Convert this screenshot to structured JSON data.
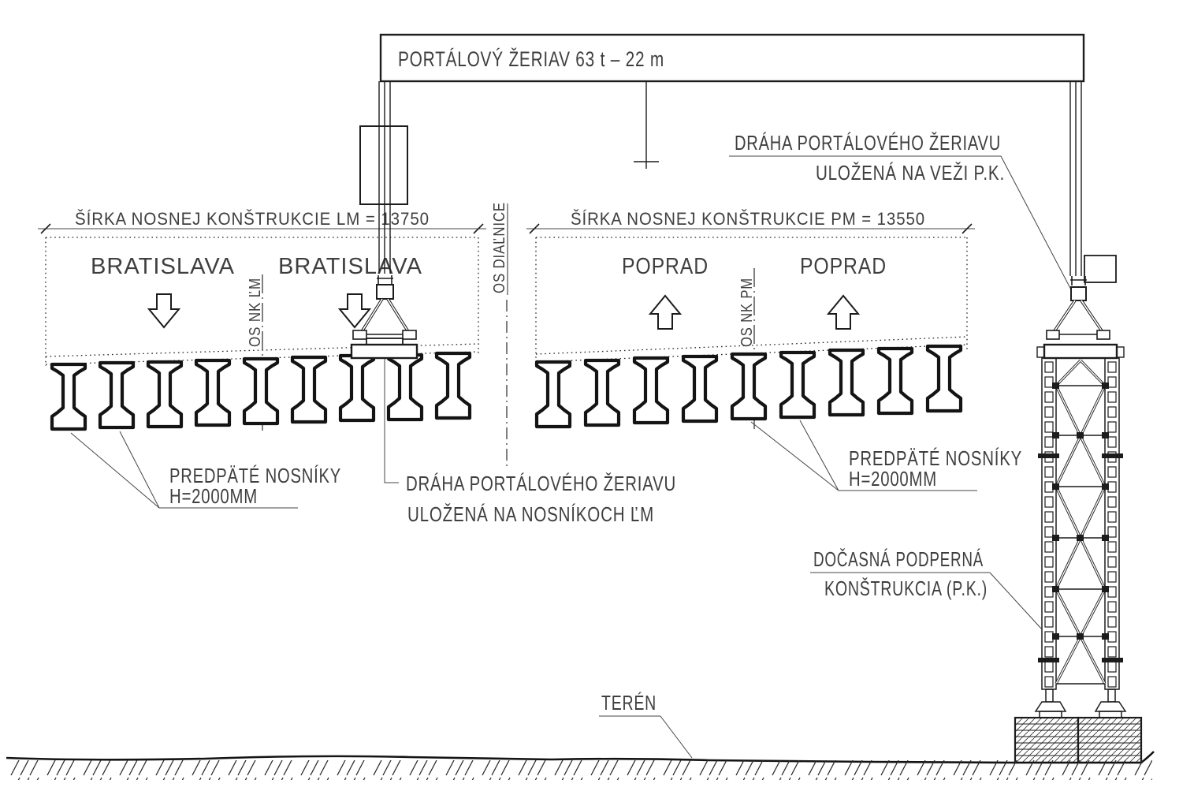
{
  "drawing_title": "PORTÁLOVÝ ŽERIAV 63 t – 22 m",
  "dimensions": {
    "left_deck": "ŠÍRKA NOSNEJ KONŠTRUKCIE LM = 13750",
    "right_deck": "ŠÍRKA NOSNEJ KONŠTRUKCIE PM = 13550"
  },
  "directions": {
    "left_outer": "BRATISLAVA",
    "left_inner": "BRATISLAVA",
    "right_inner": "POPRAD",
    "right_outer": "POPRAD"
  },
  "axes": {
    "left_deck_axis": "OS NK ĽM",
    "highway_axis": "OS DIAĽNICE",
    "right_deck_axis": "OS NK PM"
  },
  "labels": {
    "beams_left": {
      "line1": "PREDPÄTÉ NOSNÍKY",
      "line2": "H=2000MM"
    },
    "beams_right": {
      "line1": "PREDPÄTÉ NOSNÍKY",
      "line2": "H=2000MM"
    },
    "crane_track_on_beams": {
      "line1": "DRÁHA PORTÁLOVÉHO ŽERIAVU",
      "line2": "ULOŽENÁ NA NOSNÍKOCH ĽM"
    },
    "crane_track_on_tower": {
      "line1": "DRÁHA PORTÁLOVÉHO ŽERIAVU",
      "line2": "ULOŽENÁ NA VEŽI P.K."
    },
    "temporary_support": {
      "line1": "DOČASNÁ PODPERNÁ",
      "line2": "KONŠTRUKCIA (P.K.)"
    },
    "terrain": "TERÉN"
  },
  "colors": {
    "line": "#1c1c1c",
    "text": "#3f3f3f",
    "background": "#ffffff"
  }
}
